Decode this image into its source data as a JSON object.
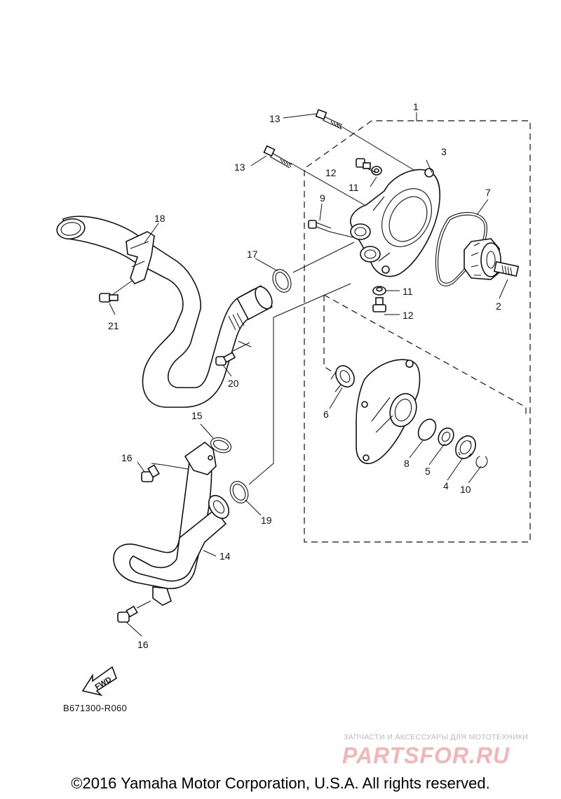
{
  "callouts": {
    "c1": "1",
    "c2": "2",
    "c3": "3",
    "c4": "4",
    "c5": "5",
    "c6": "6",
    "c7": "7",
    "c8": "8",
    "c9": "9",
    "c10": "10",
    "c11a": "11",
    "c11b": "11",
    "c12a": "12",
    "c12b": "12",
    "c13a": "13",
    "c13b": "13",
    "c14": "14",
    "c15": "15",
    "c16a": "16",
    "c16b": "16",
    "c17": "17",
    "c18": "18",
    "c19": "19",
    "c20": "20",
    "c21": "21"
  },
  "fwd_label": "FWD",
  "diagram_code": "B671300-R060",
  "watermark": {
    "caption": "ЗАПЧАСТИ И АКСЕССУАРЫ ДЛЯ МОТОТЕХНИКИ",
    "logo_text": "PARTSFOR.RU",
    "color": "#f2b6b6"
  },
  "copyright": "©2016 Yamaha Motor Corporation, U.S.A. All rights reserved."
}
